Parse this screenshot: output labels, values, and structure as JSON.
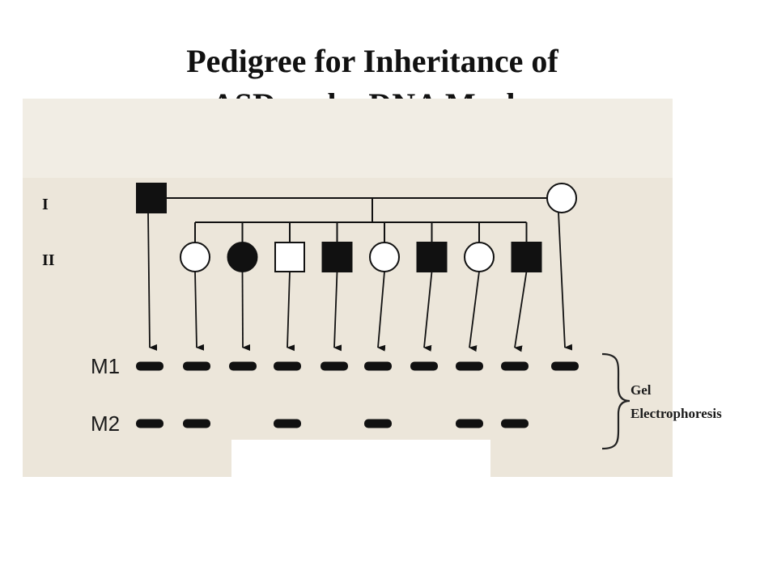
{
  "title": {
    "line1": "Pedigree for Inheritance of",
    "line2": "ASD and a DNA Marker"
  },
  "generations": [
    {
      "label": "I"
    },
    {
      "label": "II"
    }
  ],
  "parents": [
    {
      "sex": "male",
      "affected": true
    },
    {
      "sex": "female",
      "affected": false
    }
  ],
  "children": [
    {
      "sex": "female",
      "affected": false
    },
    {
      "sex": "female",
      "affected": true
    },
    {
      "sex": "male",
      "affected": false
    },
    {
      "sex": "male",
      "affected": true
    },
    {
      "sex": "female",
      "affected": false
    },
    {
      "sex": "male",
      "affected": true
    },
    {
      "sex": "female",
      "affected": false
    },
    {
      "sex": "male",
      "affected": true
    }
  ],
  "markers": [
    {
      "label": "M1",
      "lanes": [
        true,
        true,
        true,
        true,
        true,
        true,
        true,
        true,
        true,
        true
      ]
    },
    {
      "label": "M2",
      "lanes": [
        true,
        true,
        false,
        true,
        false,
        true,
        false,
        true,
        true,
        false
      ]
    }
  ],
  "gel_label": {
    "line1": "Gel",
    "line2": "Electrophoresis"
  },
  "colors": {
    "ink": "#111111",
    "paper": "#ece6da",
    "bracket": "#222222"
  }
}
